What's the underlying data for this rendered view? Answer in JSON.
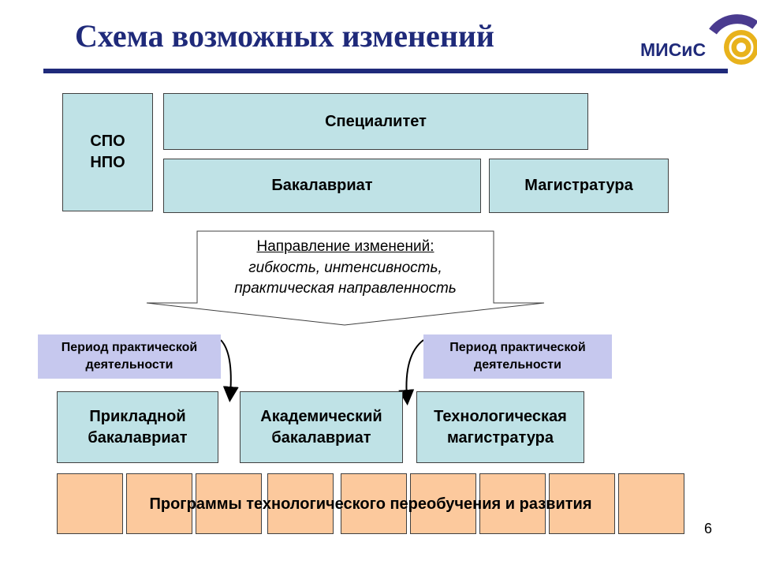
{
  "title": "Схема возможных изменений",
  "logo": {
    "text": "МИСиС",
    "icon": "misis-logo"
  },
  "top": {
    "spo_line1": "СПО",
    "spo_line2": "НПО",
    "specialist": "Специалитет",
    "bachelor": "Бакалавриат",
    "master": "Магистратура"
  },
  "callout": {
    "heading": "Направление изменений:",
    "line1": "гибкость, интенсивность,",
    "line2": "практическая направленность"
  },
  "period_left": {
    "line1": "Период практической",
    "line2": "деятельности"
  },
  "period_right": {
    "line1": "Период практической",
    "line2": "деятельности"
  },
  "bottom": {
    "applied_l1": "Прикладной",
    "applied_l2": "бакалавриат",
    "academic_l1": "Академический",
    "academic_l2": "бакалавриат",
    "tech_l1": "Технологическая",
    "tech_l2": "магистратура"
  },
  "programs": "Программы технологического переобучения и развития",
  "slide_number": "6",
  "colors": {
    "title": "#1f2a7a",
    "box_blue": "#bfe2e6",
    "box_lavender": "#c6c8ee",
    "box_peach": "#fcc99d"
  }
}
